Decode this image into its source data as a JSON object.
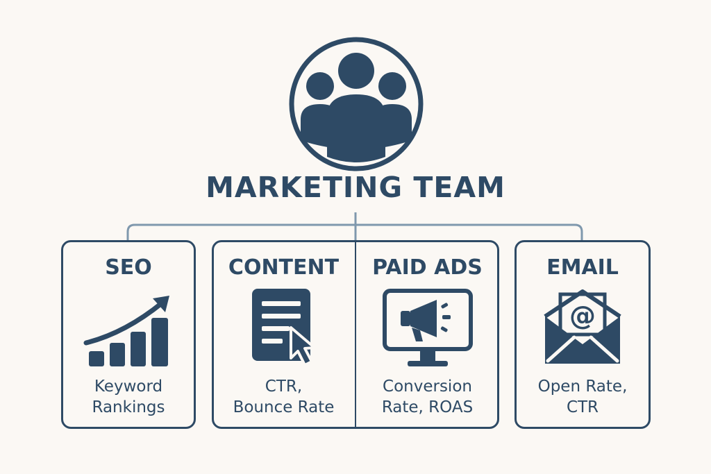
{
  "team": {
    "title": "MARKETING TEAM",
    "icon": "team-group-icon"
  },
  "colors": {
    "primary": "#2e4a65",
    "connector": "#7f98ad",
    "background": "#fbf8f4"
  },
  "channels": [
    {
      "title": "SEO",
      "icon": "bar-chart-growth-icon",
      "metrics": [
        "Keyword",
        "Rankings"
      ]
    },
    {
      "title": "CONTENT",
      "icon": "document-cursor-icon",
      "metrics": [
        "CTR,",
        "Bounce Rate"
      ]
    },
    {
      "title": "PAID ADS",
      "icon": "monitor-megaphone-icon",
      "metrics": [
        "Conversion",
        "Rate, ROAS"
      ]
    },
    {
      "title": "EMAIL",
      "icon": "envelope-at-icon",
      "metrics": [
        "Open Rate,",
        "CTR"
      ]
    }
  ]
}
